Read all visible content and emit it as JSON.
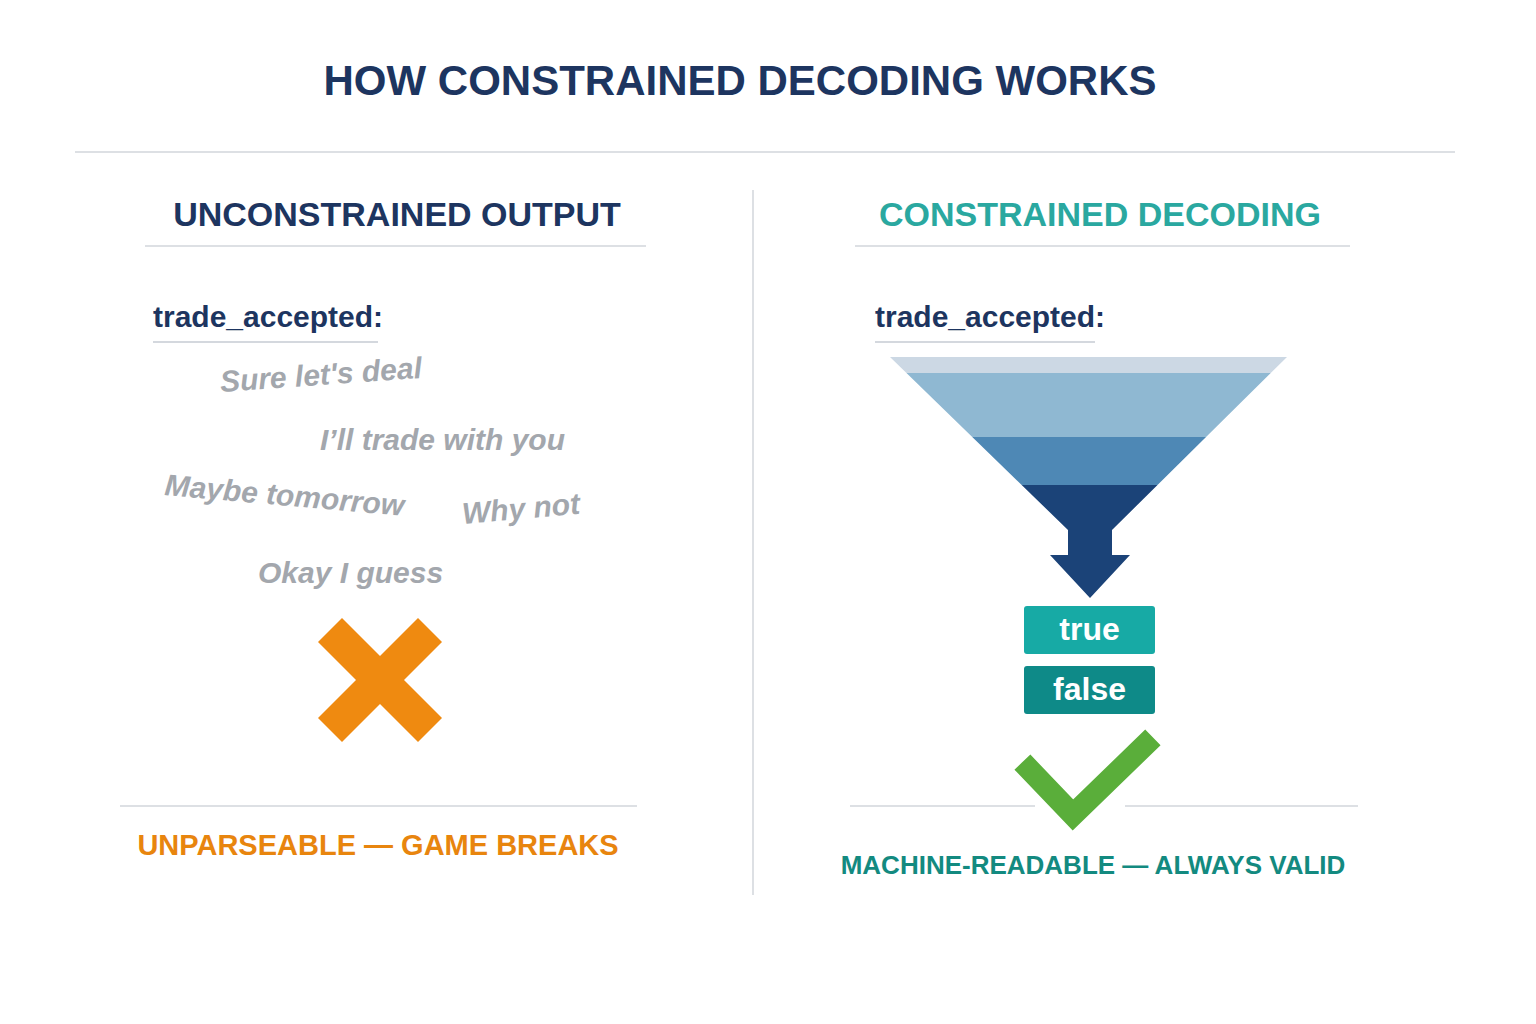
{
  "diagram": {
    "title": "HOW CONSTRAINED DECODING WORKS",
    "nodes": [
      {
        "text": [
          "true"
        ]
      },
      {
        "text": [
          "false"
        ]
      }
    ],
    "labels": [
      "UNCONSTRAINED OUTPUT",
      "trade_accepted:",
      "Sure let's deal",
      "I’ll trade with you",
      "Maybe tomorrow",
      "Why not",
      "Okay I guess",
      "UNPARSEABLE — GAME BREAKS",
      "CONSTRAINED DECODING",
      "trade_accepted:",
      "MACHINE-READABLE — ALWAYS VALID"
    ]
  }
}
